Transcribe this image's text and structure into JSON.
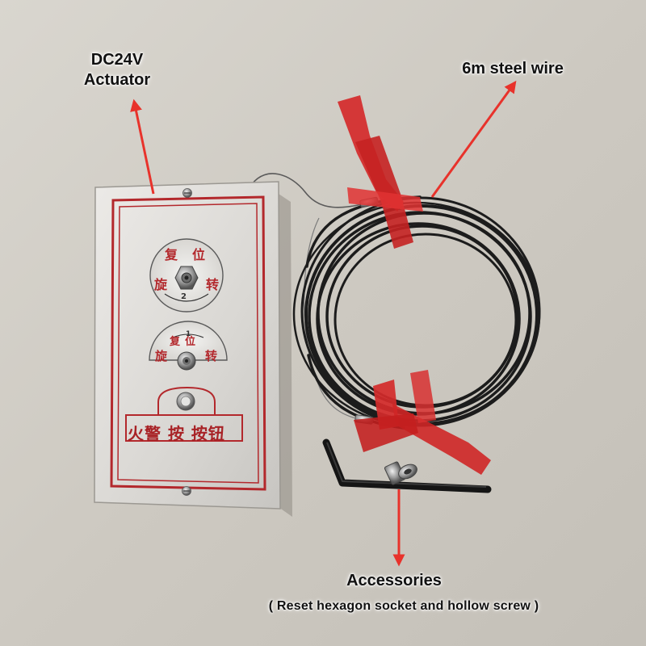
{
  "captions": {
    "actuator_line1": "DC24V",
    "actuator_line2": "Actuator",
    "wire": "6m steel wire",
    "accessories": "Accessories",
    "accessories_note": "( Reset hexagon socket and hollow screw )"
  },
  "panel_text": {
    "knob1_top": "复位",
    "knob1_bottom": "旋转",
    "knob1_number": "2",
    "knob2_top": "复位",
    "knob2_number": "1",
    "knob2_bottom": "旋转",
    "button_label": "火警 按 按钮"
  },
  "colors": {
    "wall": "#cfcbc3",
    "panel": "#dcdad6",
    "panel_border": "#b3282c",
    "cable": "#1c1c1c",
    "tape": "#d42a2a",
    "arrow": "#e8322b"
  }
}
